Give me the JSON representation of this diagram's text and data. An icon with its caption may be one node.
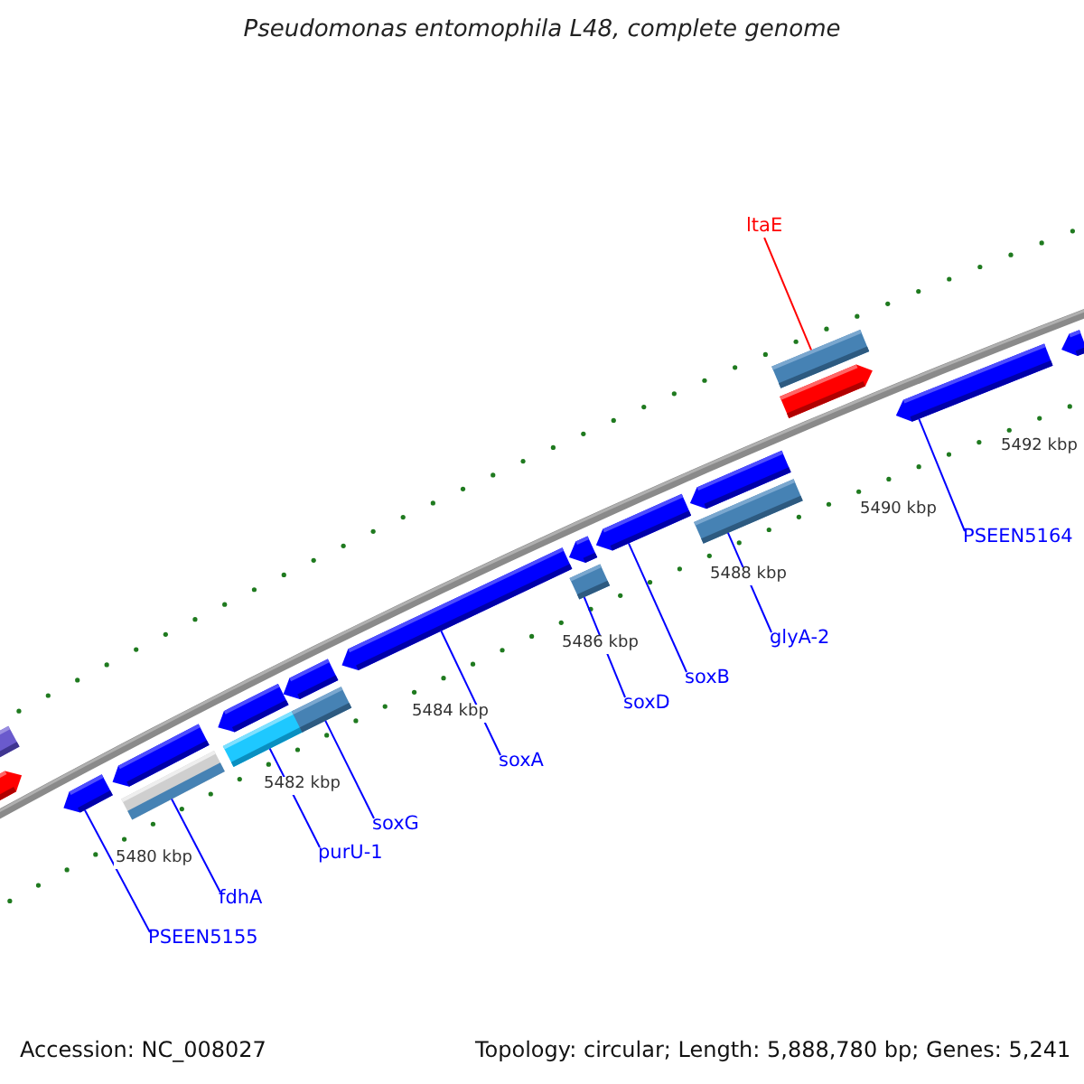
{
  "diagram": {
    "title": "Pseudomonas entomophila L48, complete genome",
    "nodes": [
      {
        "text": [],
        "shape": "box"
      },
      {
        "text": [],
        "shape": "arrow"
      },
      {
        "text": [],
        "shape": "arrow"
      },
      {
        "text": [],
        "shape": "arrow"
      },
      {
        "text": [],
        "shape": "box"
      },
      {
        "text": [],
        "shape": "arrow"
      },
      {
        "text": [],
        "shape": "box"
      },
      {
        "text": [],
        "shape": "arrow"
      },
      {
        "text": [],
        "shape": "box"
      },
      {
        "text": [],
        "shape": "arrow"
      },
      {
        "text": [],
        "shape": "arrow"
      },
      {
        "text": [],
        "shape": "box"
      },
      {
        "text": [],
        "shape": "arrow"
      },
      {
        "text": [],
        "shape": "arrow"
      },
      {
        "text": [],
        "shape": "box"
      },
      {
        "text": [],
        "shape": "box"
      },
      {
        "text": [],
        "shape": "arrow"
      },
      {
        "text": [],
        "shape": "arrow"
      },
      {
        "text": [],
        "shape": "arrow"
      },
      {
        "text": [
          "PSEEN5155"
        ]
      },
      {
        "text": [
          "fdhA"
        ]
      },
      {
        "text": [
          "purU-1"
        ]
      },
      {
        "text": [
          "soxG"
        ]
      },
      {
        "text": [
          "soxA"
        ]
      },
      {
        "text": [
          "soxD"
        ]
      },
      {
        "text": [
          "soxB"
        ]
      },
      {
        "text": [
          "glyA-2"
        ]
      },
      {
        "text": [
          "PSEEN5164"
        ]
      },
      {
        "text": [
          "ltaE"
        ]
      }
    ],
    "edges": [
      {
        "from": 19,
        "to": 2,
        "arrow": "none"
      },
      {
        "from": 20,
        "to": 4,
        "arrow": "none"
      },
      {
        "from": 21,
        "to": 6,
        "arrow": "none"
      },
      {
        "from": 22,
        "to": 8,
        "arrow": "none"
      },
      {
        "from": 23,
        "to": 9,
        "arrow": "none"
      },
      {
        "from": 24,
        "to": 11,
        "arrow": "none"
      },
      {
        "from": 25,
        "to": 12,
        "arrow": "none"
      },
      {
        "from": 26,
        "to": 14,
        "arrow": "none"
      },
      {
        "from": 27,
        "to": 17,
        "arrow": "none"
      },
      {
        "from": 28,
        "to": 15,
        "arrow": "none",
        "color": "#ff0000"
      }
    ],
    "labels": [
      "5480 kbp",
      "5482 kbp",
      "5484 kbp",
      "5486 kbp",
      "5488 kbp",
      "5490 kbp",
      "5492 kbp",
      "Accession: NC_008027",
      "Topology: circular; Length: 5,888,780 bp; Genes: 5,241"
    ]
  }
}
